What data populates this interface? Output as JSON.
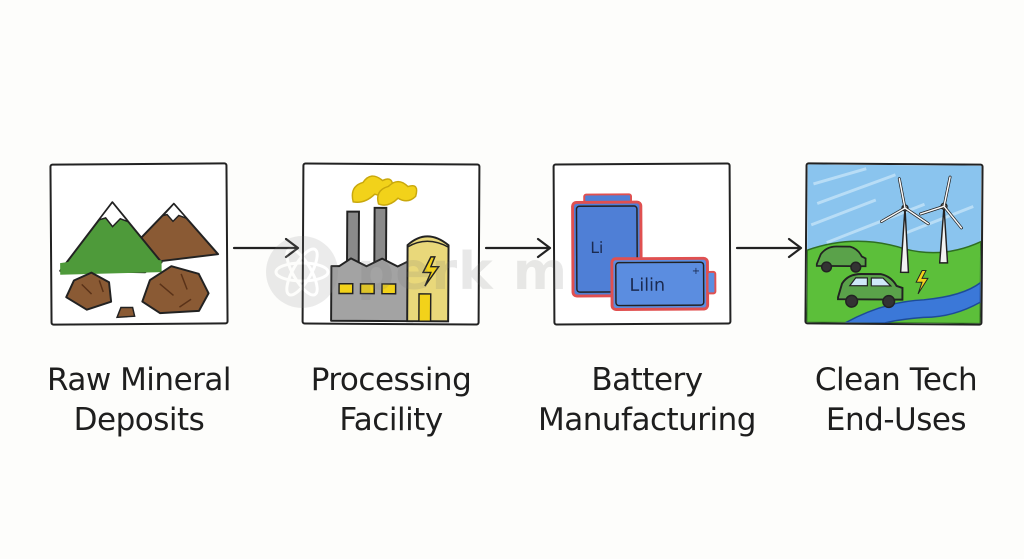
{
  "diagram": {
    "steps": [
      {
        "line1": "Raw Mineral",
        "line2": "Deposits",
        "icon": "mountains-rocks-icon"
      },
      {
        "line1": "Processing",
        "line2": "Facility",
        "icon": "factory-icon"
      },
      {
        "line1": "Battery",
        "line2": "Manufacturing",
        "icon": "battery-icon",
        "battery_text": "Lilin",
        "battery_text_small": "Li"
      },
      {
        "line1": "Clean Tech",
        "line2": "End-Uses",
        "icon": "clean-tech-landscape-icon"
      }
    ],
    "watermark_text": "perk  m",
    "colors": {
      "outline": "#222222",
      "mountain_green": "#4e9a3a",
      "rock_brown": "#8a5a34",
      "smoke_yellow": "#f2d21a",
      "battery_blue": "#4f7fd6",
      "battery_red": "#e05050",
      "sky_blue": "#8ac4ee",
      "grass_green": "#5cbf3a",
      "car_green": "#5aa24a"
    }
  }
}
